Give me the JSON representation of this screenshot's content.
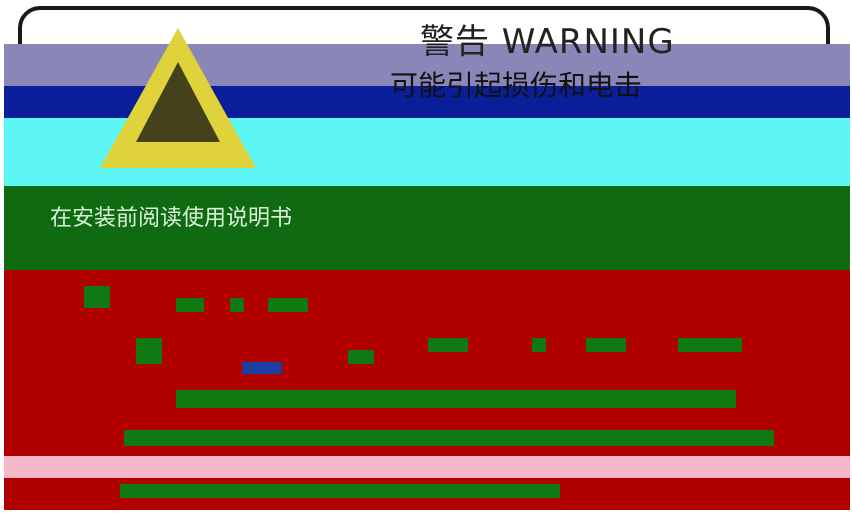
{
  "warning": {
    "title": "警告 WARNING",
    "subtitle": "可能引起损伤和电击",
    "line": "在安装前阅读使用说明书"
  }
}
